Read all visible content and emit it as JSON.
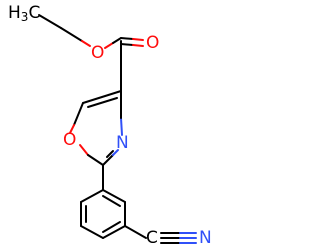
{
  "molecule": {
    "atoms": {
      "methyl_group": "H3C",
      "methyl_carbon": "H",
      "methyl_subscript": "3",
      "methyl_c": "C",
      "ester_ether_oxygen": "O",
      "carbonyl_oxygen": "O",
      "ring_oxygen": "O",
      "ring_nitrogen": "N",
      "nitrile_carbon": "C",
      "nitrile_nitrogen": "N"
    },
    "colors": {
      "carbon": "#000000",
      "oxygen": "#ff0d0d",
      "nitrogen": "#3050f8"
    }
  }
}
